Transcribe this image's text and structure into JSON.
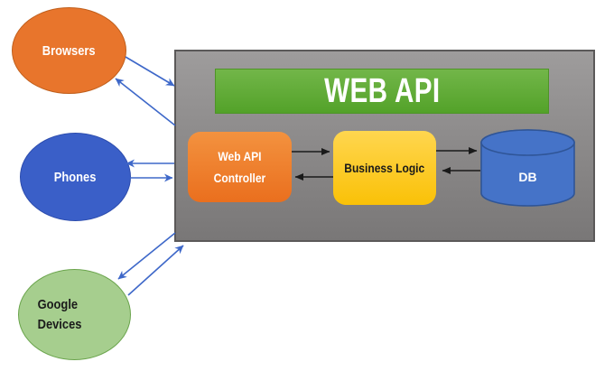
{
  "diagram_title": {
    "label": "WEB API"
  },
  "clients": {
    "browsers": {
      "label": "Browsers"
    },
    "phones": {
      "label": "Phones"
    },
    "google": {
      "line1": "Google",
      "line2": "Devices"
    }
  },
  "components": {
    "controller": {
      "line1": "Web API",
      "line2": "Controller"
    },
    "business_logic": {
      "label": "Business Logic"
    },
    "database": {
      "label": "DB"
    }
  },
  "colors": {
    "browsers_fill": "#E8752C",
    "phones_fill": "#3A5FC8",
    "google_fill": "#A6CE8E",
    "panel_fill": "#8F8D8D",
    "banner_fill": "#5FAC33",
    "controller_fill": "#ED7A28",
    "business_fill": "#FFC81E",
    "db_fill": "#4573C8",
    "db_stroke": "#2F5597",
    "blue_arrow": "#3E68C9",
    "black_arrow": "#1A1A1A"
  }
}
